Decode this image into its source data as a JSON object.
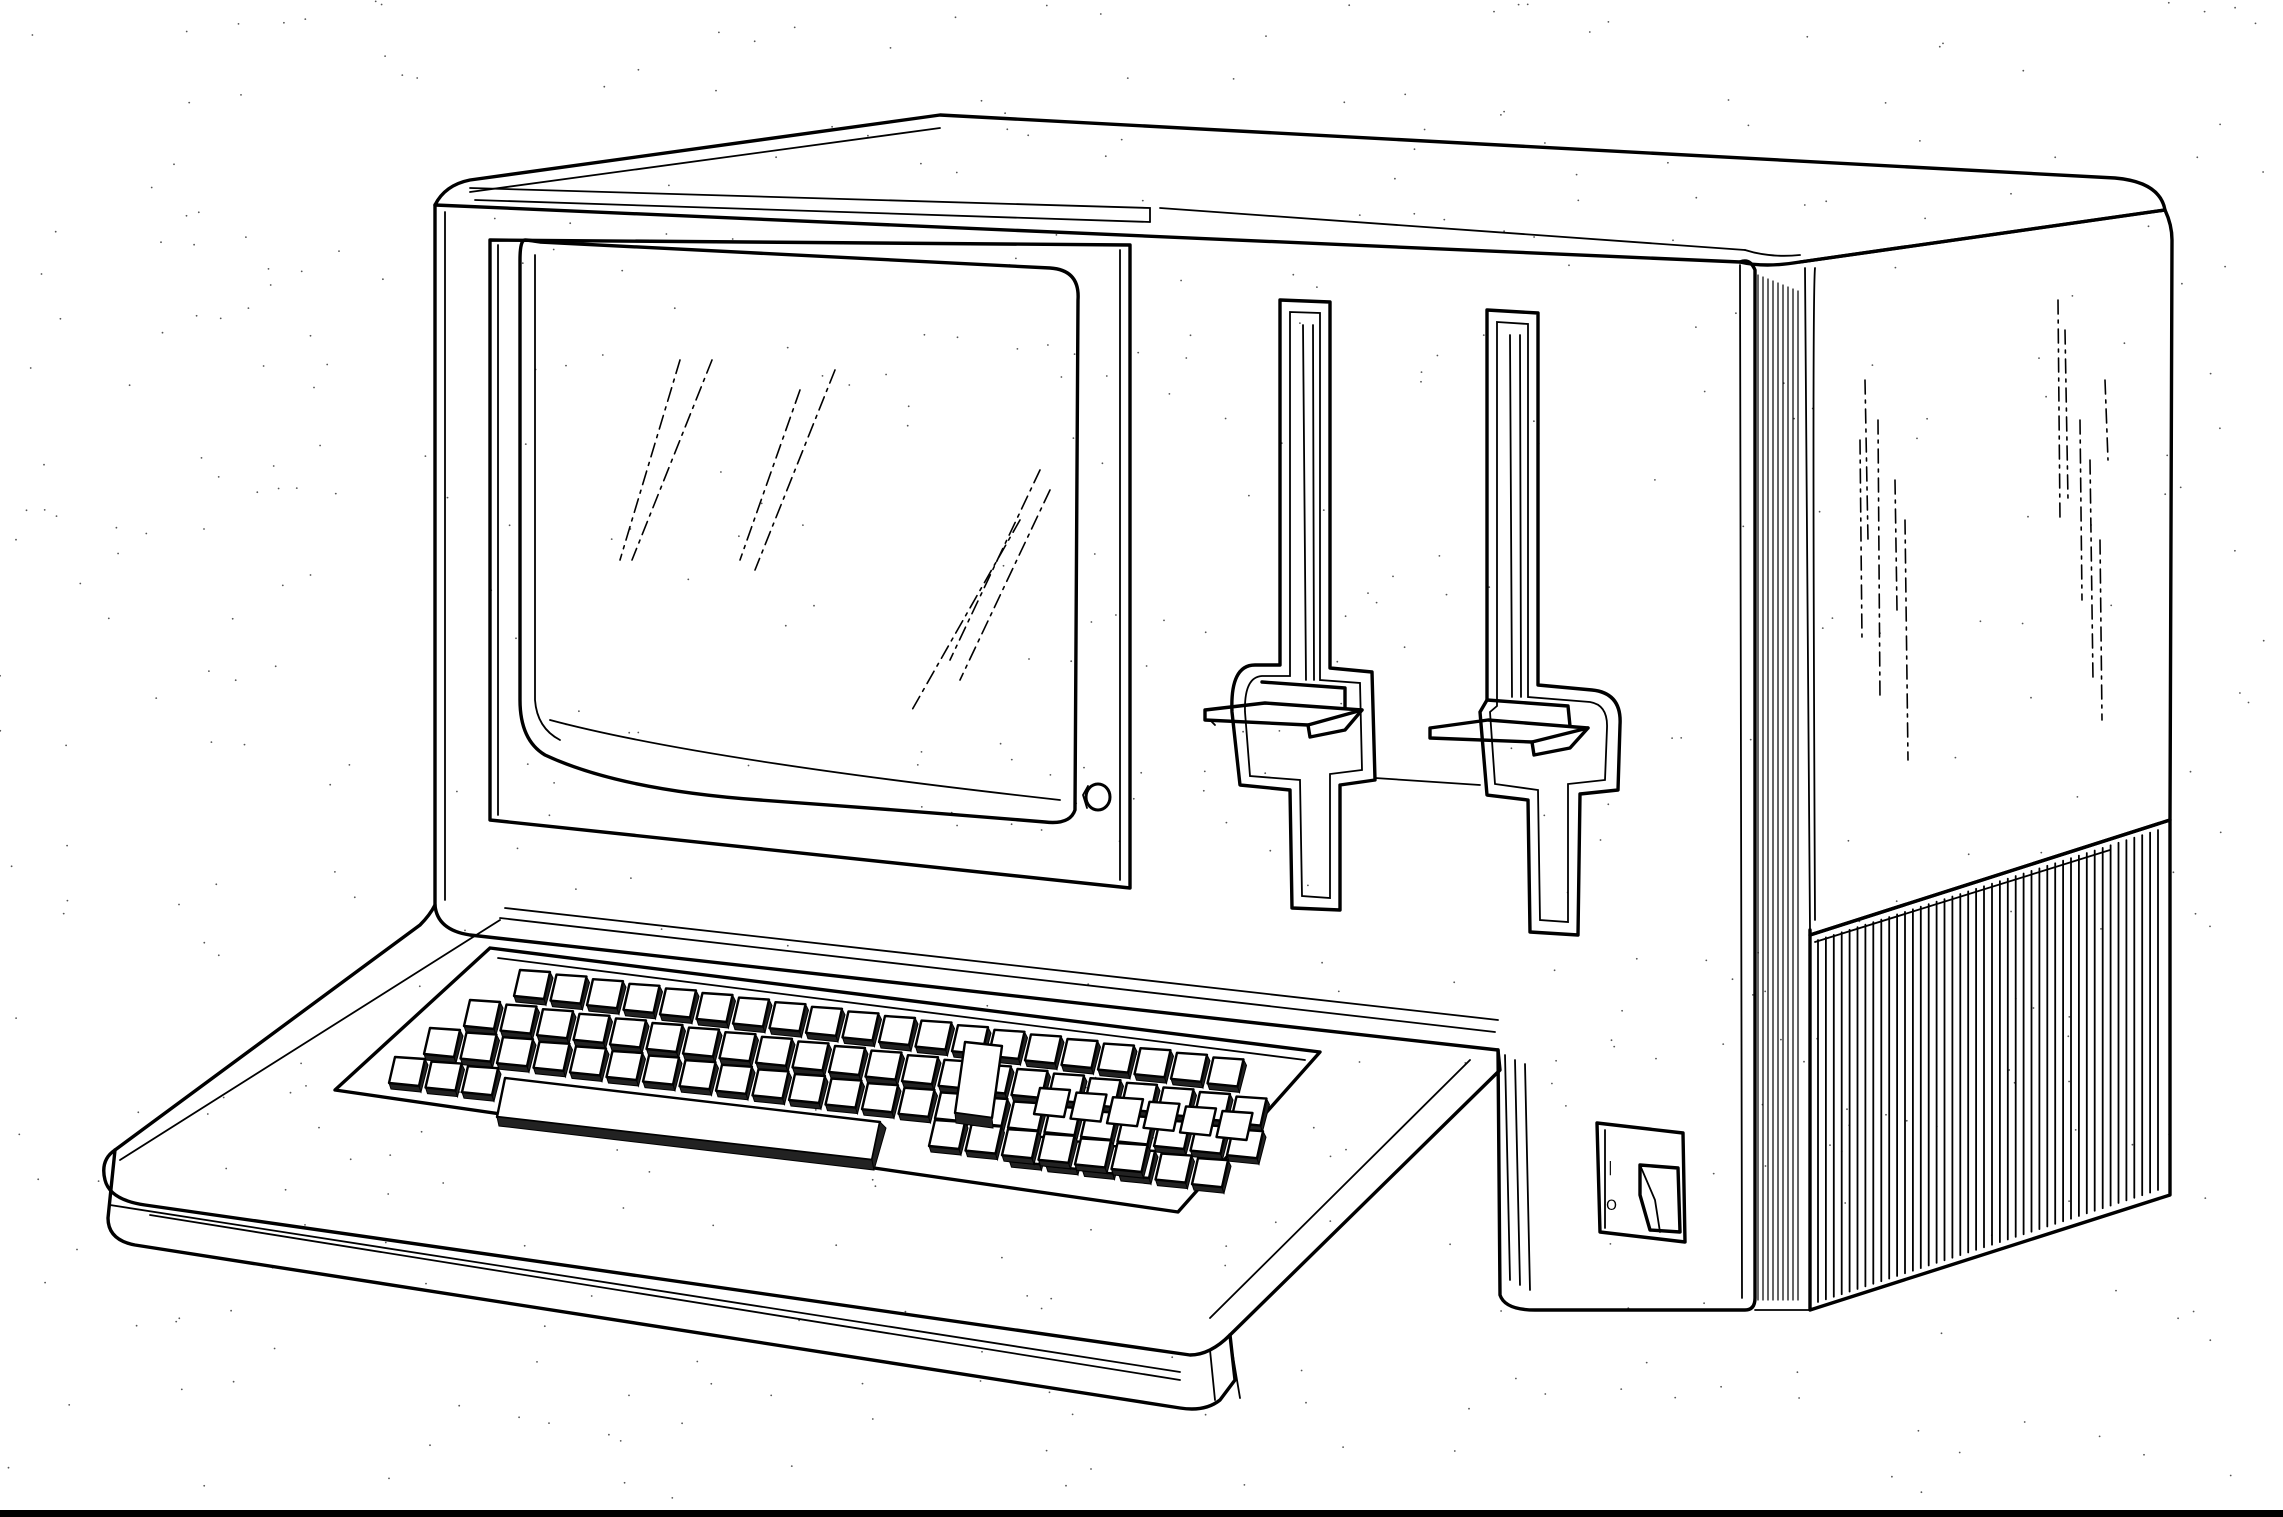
{
  "drawing": {
    "subject": "computer-terminal",
    "style": "patent-line-drawing",
    "stroke_color": "#000000",
    "background_color": "#ffffff"
  },
  "power_switch": {
    "on_label": "|",
    "off_label": "O"
  },
  "keyboard": {
    "rows": 6
  }
}
